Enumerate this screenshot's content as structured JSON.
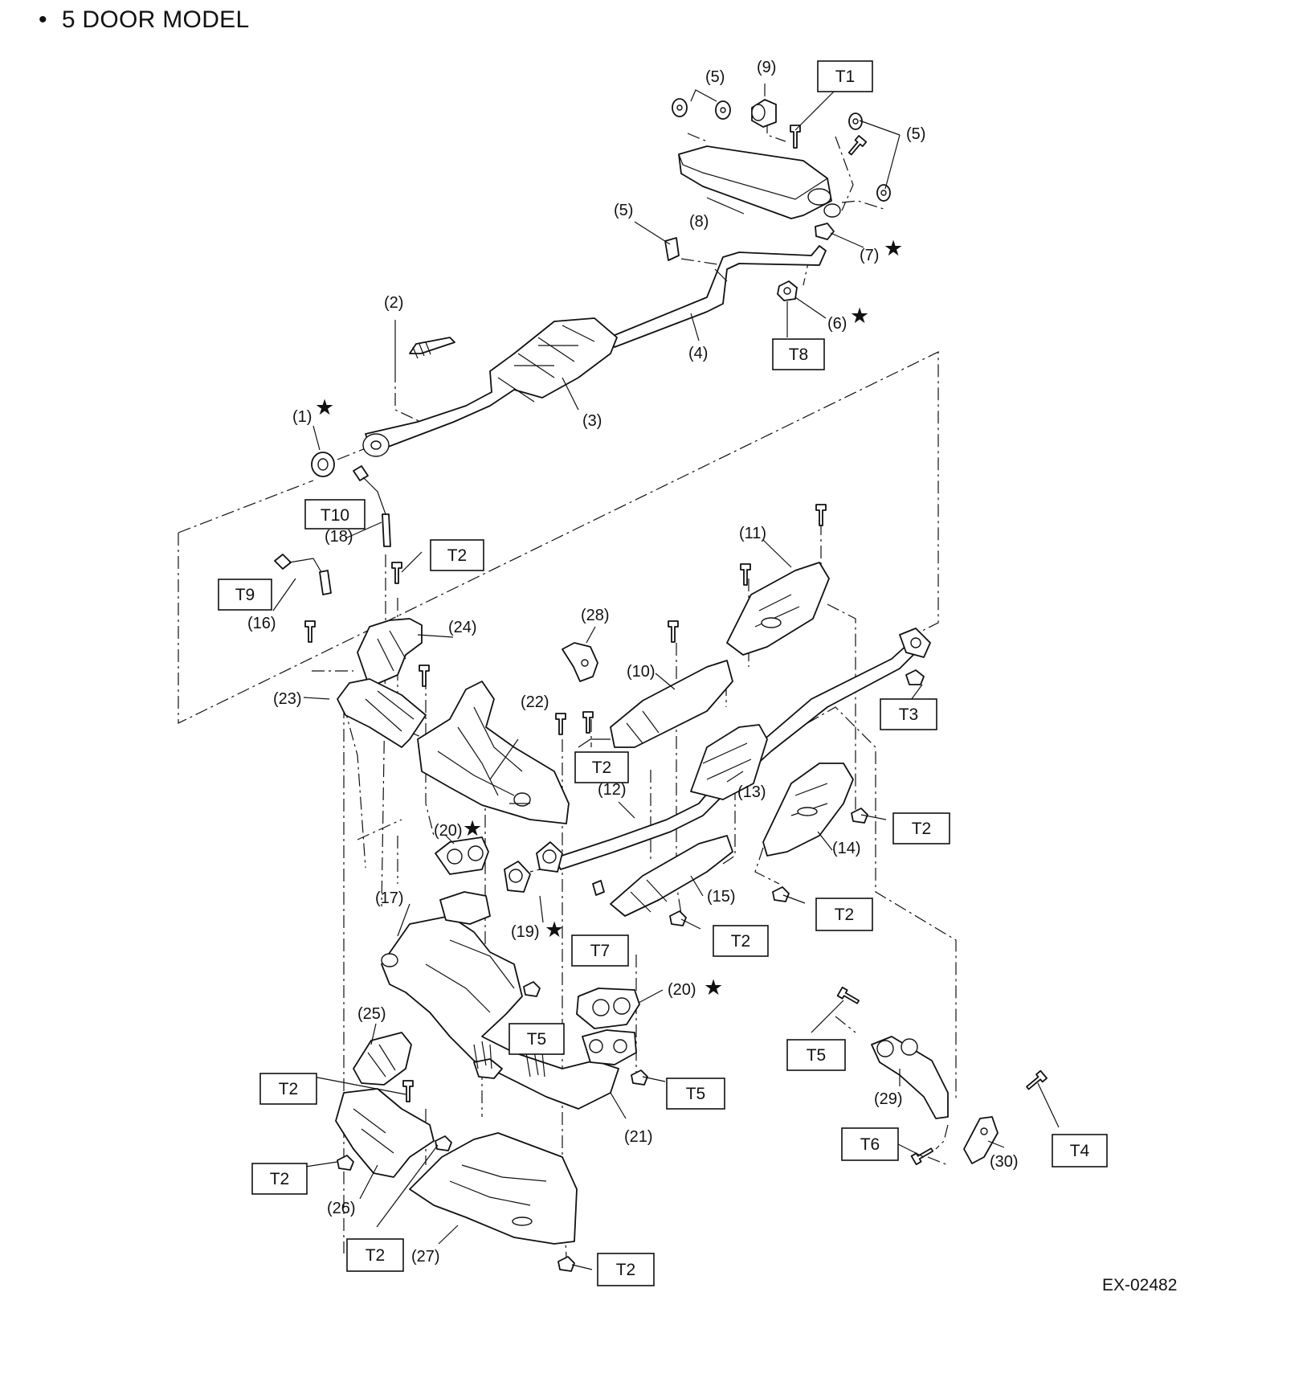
{
  "title": {
    "bullet": "•",
    "text": "5 DOOR MODEL"
  },
  "doc_code": "EX-02482",
  "part_labels": [
    "(1)",
    "(2)",
    "(3)",
    "(4)",
    "(5)",
    "(5)",
    "(5)",
    "(6)",
    "(7)",
    "(8)",
    "(9)",
    "(10)",
    "(11)",
    "(12)",
    "(13)",
    "(14)",
    "(15)",
    "(16)",
    "(17)",
    "(18)",
    "(19)",
    "(20)",
    "(20)",
    "(21)",
    "(22)",
    "(23)",
    "(24)",
    "(25)",
    "(26)",
    "(27)",
    "(28)",
    "(29)",
    "(30)"
  ],
  "torque_labels": [
    "T1",
    "T2",
    "T3",
    "T4",
    "T5",
    "T6",
    "T7",
    "T8",
    "T9",
    "T10"
  ],
  "star_mark": "★"
}
